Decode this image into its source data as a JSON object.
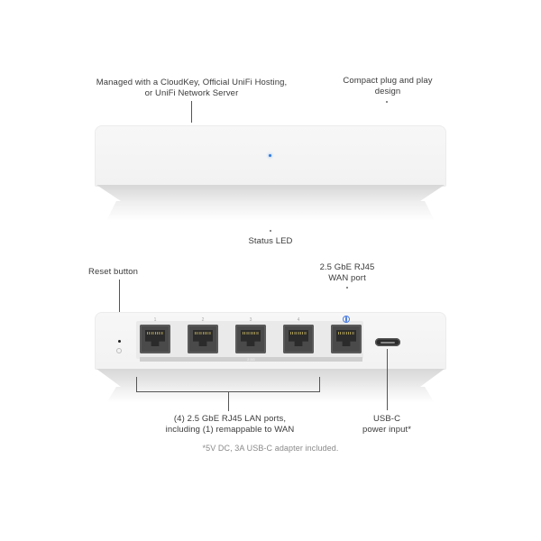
{
  "callouts": {
    "management": [
      "Managed with a CloudKey, Official UniFi Hosting,",
      "or UniFi Network Server"
    ],
    "design": [
      "Compact plug and play",
      "design"
    ],
    "status_led": "Status LED",
    "reset": "Reset button",
    "wan": [
      "2.5 GbE RJ45",
      "WAN port"
    ],
    "lan": [
      "(4) 2.5 GbE RJ45 LAN ports,",
      "including (1) remappable to WAN"
    ],
    "usbc": [
      "USB-C",
      "power input*"
    ],
    "footnote": "*5V DC, 3A USB-C adapter included."
  },
  "device": {
    "port_numbers": [
      "1",
      "2",
      "3",
      "4"
    ],
    "strip_label": "2.5G",
    "led_color": "#2f7be0",
    "wan_icon": "globe-icon"
  }
}
